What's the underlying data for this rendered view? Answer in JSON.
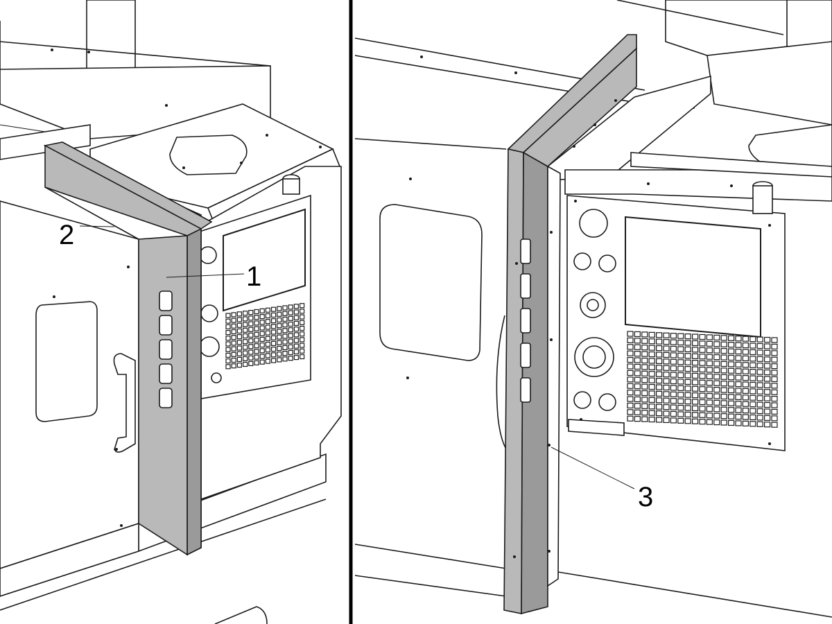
{
  "figure": {
    "callouts": [
      {
        "id": "1",
        "label": "1"
      },
      {
        "id": "2",
        "label": "2"
      },
      {
        "id": "3",
        "label": "3"
      }
    ]
  },
  "colors": {
    "trim_panel": "#b9b9b9",
    "line_art": "#1a1a1a",
    "divider": "#000000"
  }
}
